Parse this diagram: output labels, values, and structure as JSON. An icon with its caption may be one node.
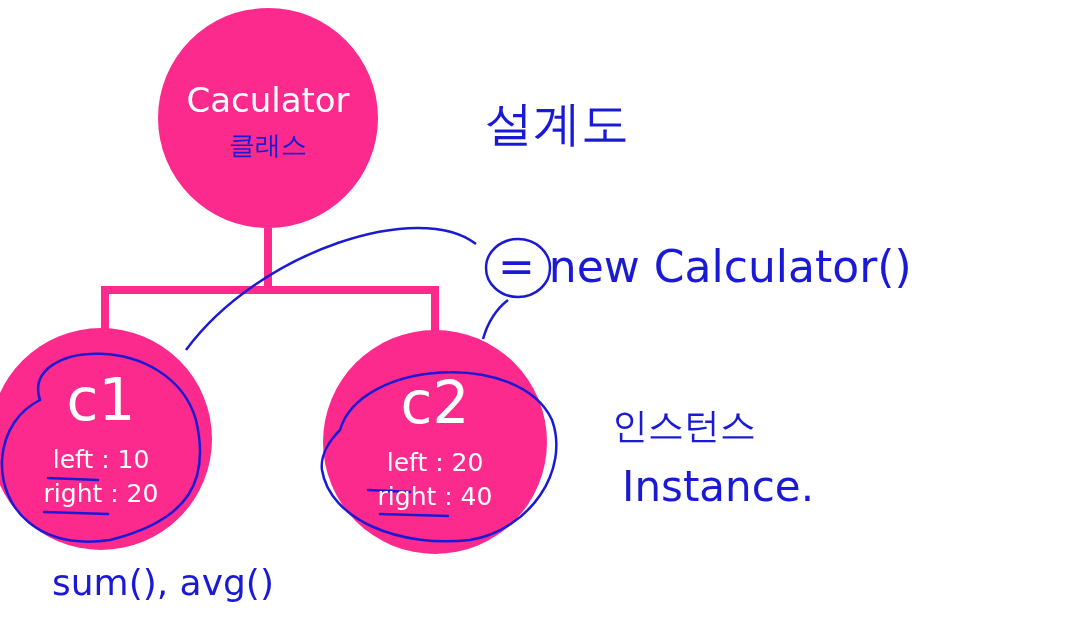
{
  "diagram": {
    "nodes": [
      {
        "text": [
          "Caculator",
          "클래스"
        ]
      },
      {
        "text": [
          "c1",
          "left : 10",
          "right : 20"
        ],
        "beside": [
          "sum(), avg()"
        ]
      },
      {
        "text": [
          "c2",
          "left : 20",
          "right : 40"
        ]
      },
      {
        "text": [
          "= new Calculator()"
        ]
      }
    ],
    "edges": [
      {
        "from": 0,
        "to": 1,
        "arrow": "none",
        "style": "thick"
      },
      {
        "from": 0,
        "to": 2,
        "arrow": "none",
        "style": "thick"
      },
      {
        "from": 3,
        "to": 1,
        "arrow": "none",
        "color": "#1a1ad6"
      },
      {
        "from": 3,
        "to": 2,
        "arrow": "none",
        "color": "#1a1ad6"
      }
    ],
    "labels": [
      "설계도",
      "인스턴스",
      "Instance."
    ]
  }
}
